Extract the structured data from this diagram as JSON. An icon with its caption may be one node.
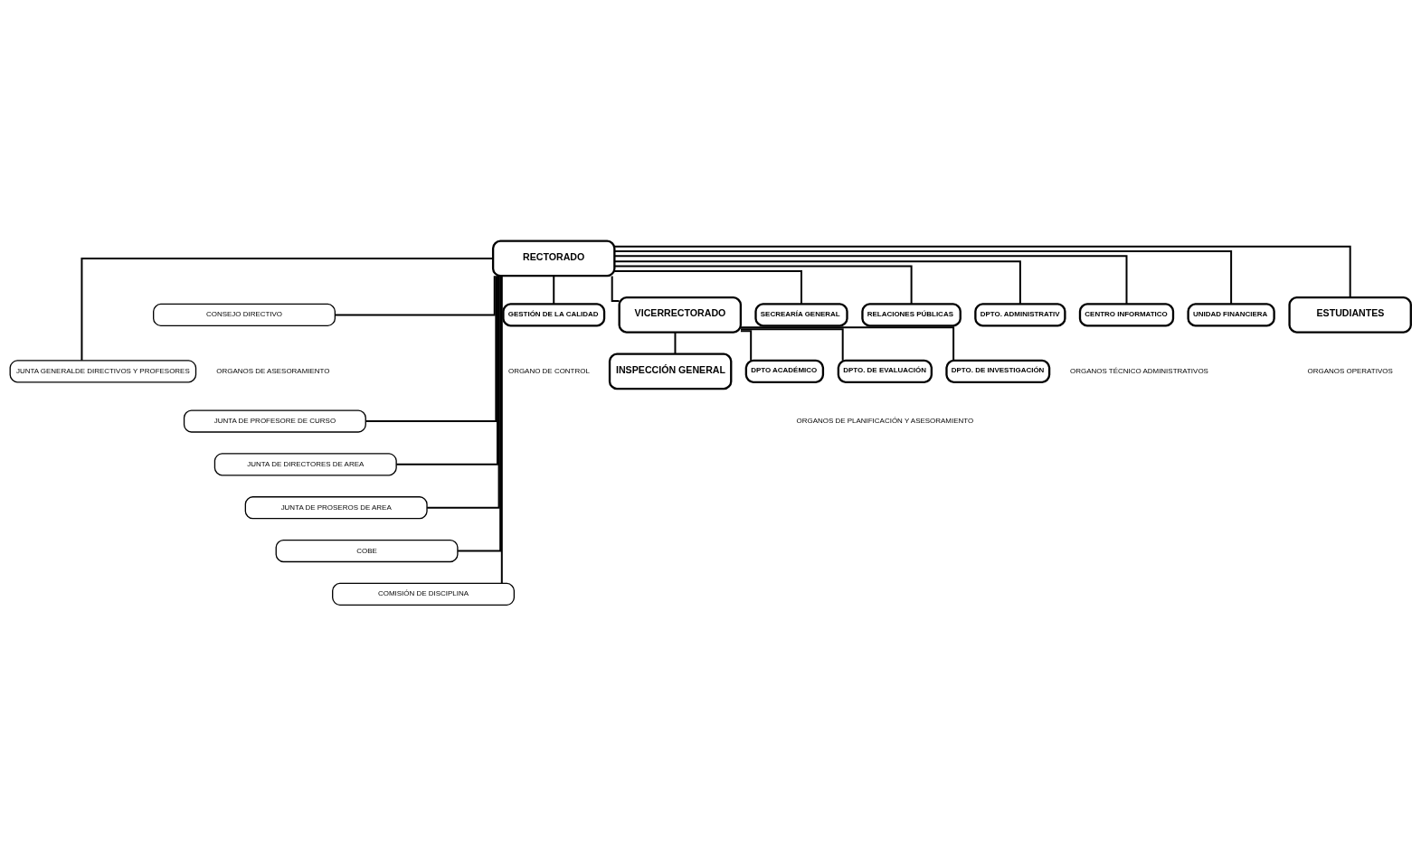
{
  "diagram": {
    "nodes": [
      {
        "text": [
          "RECTORADO"
        ]
      },
      {
        "text": [
          "CONSEJO DIRECTIVO"
        ]
      },
      {
        "text": [
          "JUNTA GENERALDE DIRECTIVOS Y PROFESORES"
        ]
      },
      {
        "text": [
          "JUNTA DE PROFESORE DE CURSO"
        ]
      },
      {
        "text": [
          "JUNTA DE DIRECTORES DE AREA"
        ]
      },
      {
        "text": [
          "JUNTA DE PROSEROS DE AREA"
        ]
      },
      {
        "text": [
          "COBE"
        ]
      },
      {
        "text": [
          "COMISIÓN DE DISCIPLINA"
        ]
      },
      {
        "text": [
          "GESTIÓN DE LA CALIDAD"
        ]
      },
      {
        "text": [
          "VICERRECTORADO"
        ]
      },
      {
        "text": [
          "INSPECCIÓN GENERAL"
        ]
      },
      {
        "text": [
          "SECREARÍA GENERAL"
        ]
      },
      {
        "text": [
          "RELACIONES PÚBLICAS"
        ]
      },
      {
        "text": [
          "DPTO. ADMINISTRATIV"
        ]
      },
      {
        "text": [
          "CENTRO INFORMATICO"
        ]
      },
      {
        "text": [
          "UNIDAD FINANCIERA"
        ]
      },
      {
        "text": [
          "DPTO ACADÉMICO"
        ]
      },
      {
        "text": [
          "DPTO. DE EVALUACIÓN"
        ]
      },
      {
        "text": [
          "DPTO. DE INVESTIGACIÓN"
        ]
      },
      {
        "text": [
          "ESTUDIANTES"
        ]
      }
    ],
    "edges": [
      {
        "from": 0,
        "to": 1,
        "arrow": "none"
      },
      {
        "from": 0,
        "to": 2,
        "arrow": "none"
      },
      {
        "from": 0,
        "to": 3,
        "arrow": "none"
      },
      {
        "from": 0,
        "to": 4,
        "arrow": "none"
      },
      {
        "from": 0,
        "to": 5,
        "arrow": "none"
      },
      {
        "from": 0,
        "to": 6,
        "arrow": "none"
      },
      {
        "from": 0,
        "to": 7,
        "arrow": "none"
      },
      {
        "from": 0,
        "to": 8,
        "arrow": "none"
      },
      {
        "from": 0,
        "to": 9,
        "arrow": "none"
      },
      {
        "from": 9,
        "to": 10,
        "arrow": "none"
      },
      {
        "from": 0,
        "to": 11,
        "arrow": "none"
      },
      {
        "from": 0,
        "to": 12,
        "arrow": "none"
      },
      {
        "from": 0,
        "to": 13,
        "arrow": "none"
      },
      {
        "from": 0,
        "to": 14,
        "arrow": "none"
      },
      {
        "from": 0,
        "to": 15,
        "arrow": "none"
      },
      {
        "from": 9,
        "to": 16,
        "arrow": "none"
      },
      {
        "from": 9,
        "to": 17,
        "arrow": "none"
      },
      {
        "from": 9,
        "to": 18,
        "arrow": "none"
      },
      {
        "from": 0,
        "to": 19,
        "arrow": "none"
      }
    ],
    "labels": [
      "ORGANOS DE ASESORAMIENTO",
      "ORGANO DE CONTROL",
      "ORGANOS TÉCNICO ADMINISTRATIVOS",
      "ORGANOS DE PLANIFICACIÓN Y ASESORAMIENTO",
      "ORGANOS OPERATIVOS"
    ]
  }
}
